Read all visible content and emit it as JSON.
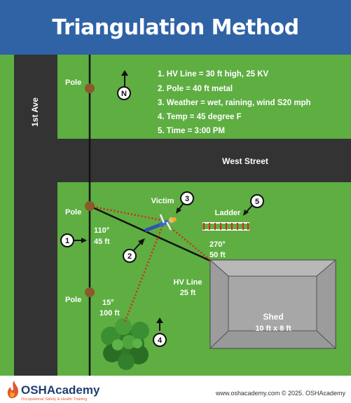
{
  "title": "Triangulation Method Example",
  "notes": [
    "1. HV Line = 30 ft high, 25 KV",
    "2. Pole = 40 ft metal",
    "3. Weather = wet, raining, wind S20 mph",
    "4. Temp = 45 degree F",
    "5. Time = 3:00 PM"
  ],
  "streets": {
    "avenue": "1st Ave",
    "street": "West Street"
  },
  "poles": {
    "top": "Pole",
    "middle": "Pole",
    "bottom": "Pole"
  },
  "north": "N",
  "labels": {
    "victim": "Victim",
    "ladder": "Ladder",
    "angle1": "110°",
    "dist1": "45 ft",
    "angle2": "270°",
    "dist2": "50 ft",
    "angle3": "15°",
    "dist3": "100 ft",
    "hvline": "HV Line",
    "hvline_len": "25 ft",
    "shed": "Shed",
    "shed_size": "10 ft x 8 ft"
  },
  "markers": [
    "1",
    "2",
    "3",
    "4",
    "5"
  ],
  "footer": {
    "logo_main": "OSHAcademy",
    "logo_sub": "Occupational Safety & Health Training",
    "url": "www.oshacademy.com © 2025. OSHAcademy"
  },
  "colors": {
    "header": "#2f63a6",
    "grass": "#5eae42",
    "road": "#333333",
    "pole": "#8a5a2b",
    "measure": "#d9261c",
    "shed": "#a7a7a7"
  }
}
